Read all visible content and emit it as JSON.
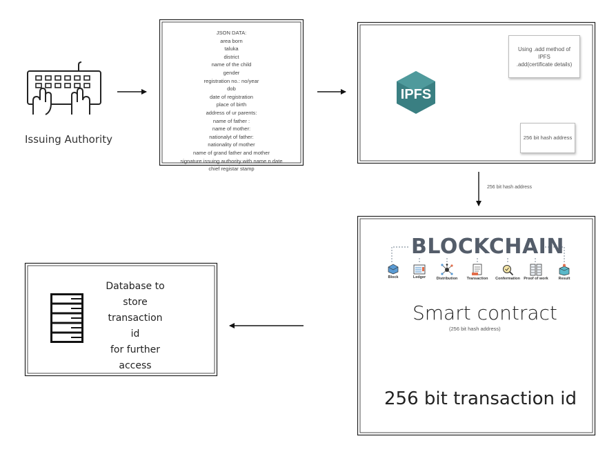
{
  "issuer": {
    "label": "Issuing Authority",
    "icon": "keyboard-typing-icon"
  },
  "json_box": {
    "lines": [
      "JSON DATA:",
      "area born",
      "taluka",
      "district",
      "name of the child",
      "gender",
      "registration no.: no/year",
      "dob",
      "date of registration",
      "place of birth",
      "address of ur parents:",
      "name of father :",
      "name of mother:",
      "nationalyt of father:",
      "nationality of mother",
      "name of grand father and mother",
      "signature issuing authority with name n date",
      "chief registar stamp"
    ]
  },
  "ipfs": {
    "logo_text": "IPFS",
    "logo_color": "#3a7f82",
    "method_lines": [
      "Using .add method of",
      "IPFS",
      ".add(certificate details)"
    ],
    "hash_label": "256 bit hash address"
  },
  "connector_label": "256 bit hash address",
  "blockchain": {
    "title": "BLOCKCHAIN",
    "title_color": "#545d6a",
    "items": [
      {
        "label": "Block",
        "icon": "block-cube-icon"
      },
      {
        "label": "Ledger",
        "icon": "ledger-icon"
      },
      {
        "label": "Distribution",
        "icon": "distribution-network-icon"
      },
      {
        "label": "Transaction",
        "icon": "transaction-document-icon"
      },
      {
        "label": "Confermation",
        "icon": "magnifier-check-icon"
      },
      {
        "label": "Proof of work",
        "icon": "servers-icon"
      },
      {
        "label": "Result",
        "icon": "result-box-icon"
      }
    ],
    "smart_contract": "Smart contract",
    "smart_contract_sub": "(256 bit hash address)",
    "transaction_id": "256 bit transaction id"
  },
  "database": {
    "icon": "filing-cabinet-icon",
    "lines": [
      "Database to",
      "store",
      "transaction id",
      "for further",
      "access"
    ]
  }
}
